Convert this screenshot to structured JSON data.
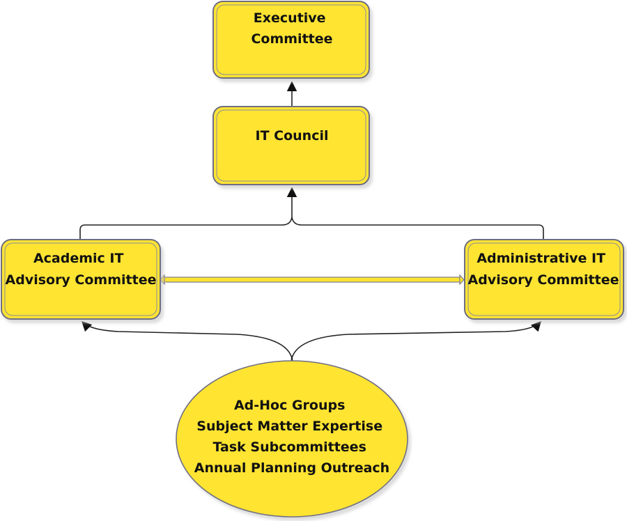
{
  "colors": {
    "node_fill": "#FFE433",
    "node_border_outer": "#6E6E82",
    "node_border_inner": "#8A8A9A",
    "connector": "#222222",
    "peer_link_fill": "#FFE433",
    "peer_link_border": "#7A7A8A",
    "shadow": "#C8C8C8"
  },
  "nodes": {
    "executive_committee": {
      "lines": [
        "Executive",
        "Committee"
      ]
    },
    "it_council": {
      "lines": [
        "IT Council"
      ]
    },
    "academic_it_advisory": {
      "lines": [
        "Academic IT",
        "Advisory Committee"
      ]
    },
    "administrative_it_advisory": {
      "lines": [
        "Administrative IT",
        "Advisory Committee"
      ]
    },
    "ad_hoc_groups": {
      "lines": [
        "Ad-Hoc Groups",
        "Subject Matter Expertise",
        "Task Subcommittees",
        "Annual Planning Outreach"
      ]
    }
  },
  "edges": [
    {
      "from": "it_council",
      "to": "executive_committee",
      "type": "arrow"
    },
    {
      "from": "academic_it_advisory",
      "to": "it_council",
      "type": "arrow-merge"
    },
    {
      "from": "administrative_it_advisory",
      "to": "it_council",
      "type": "arrow-merge"
    },
    {
      "from": "academic_it_advisory",
      "to": "administrative_it_advisory",
      "type": "peer-link"
    },
    {
      "from": "ad_hoc_groups",
      "to": "academic_it_advisory",
      "type": "arrow-split"
    },
    {
      "from": "ad_hoc_groups",
      "to": "administrative_it_advisory",
      "type": "arrow-split"
    }
  ]
}
